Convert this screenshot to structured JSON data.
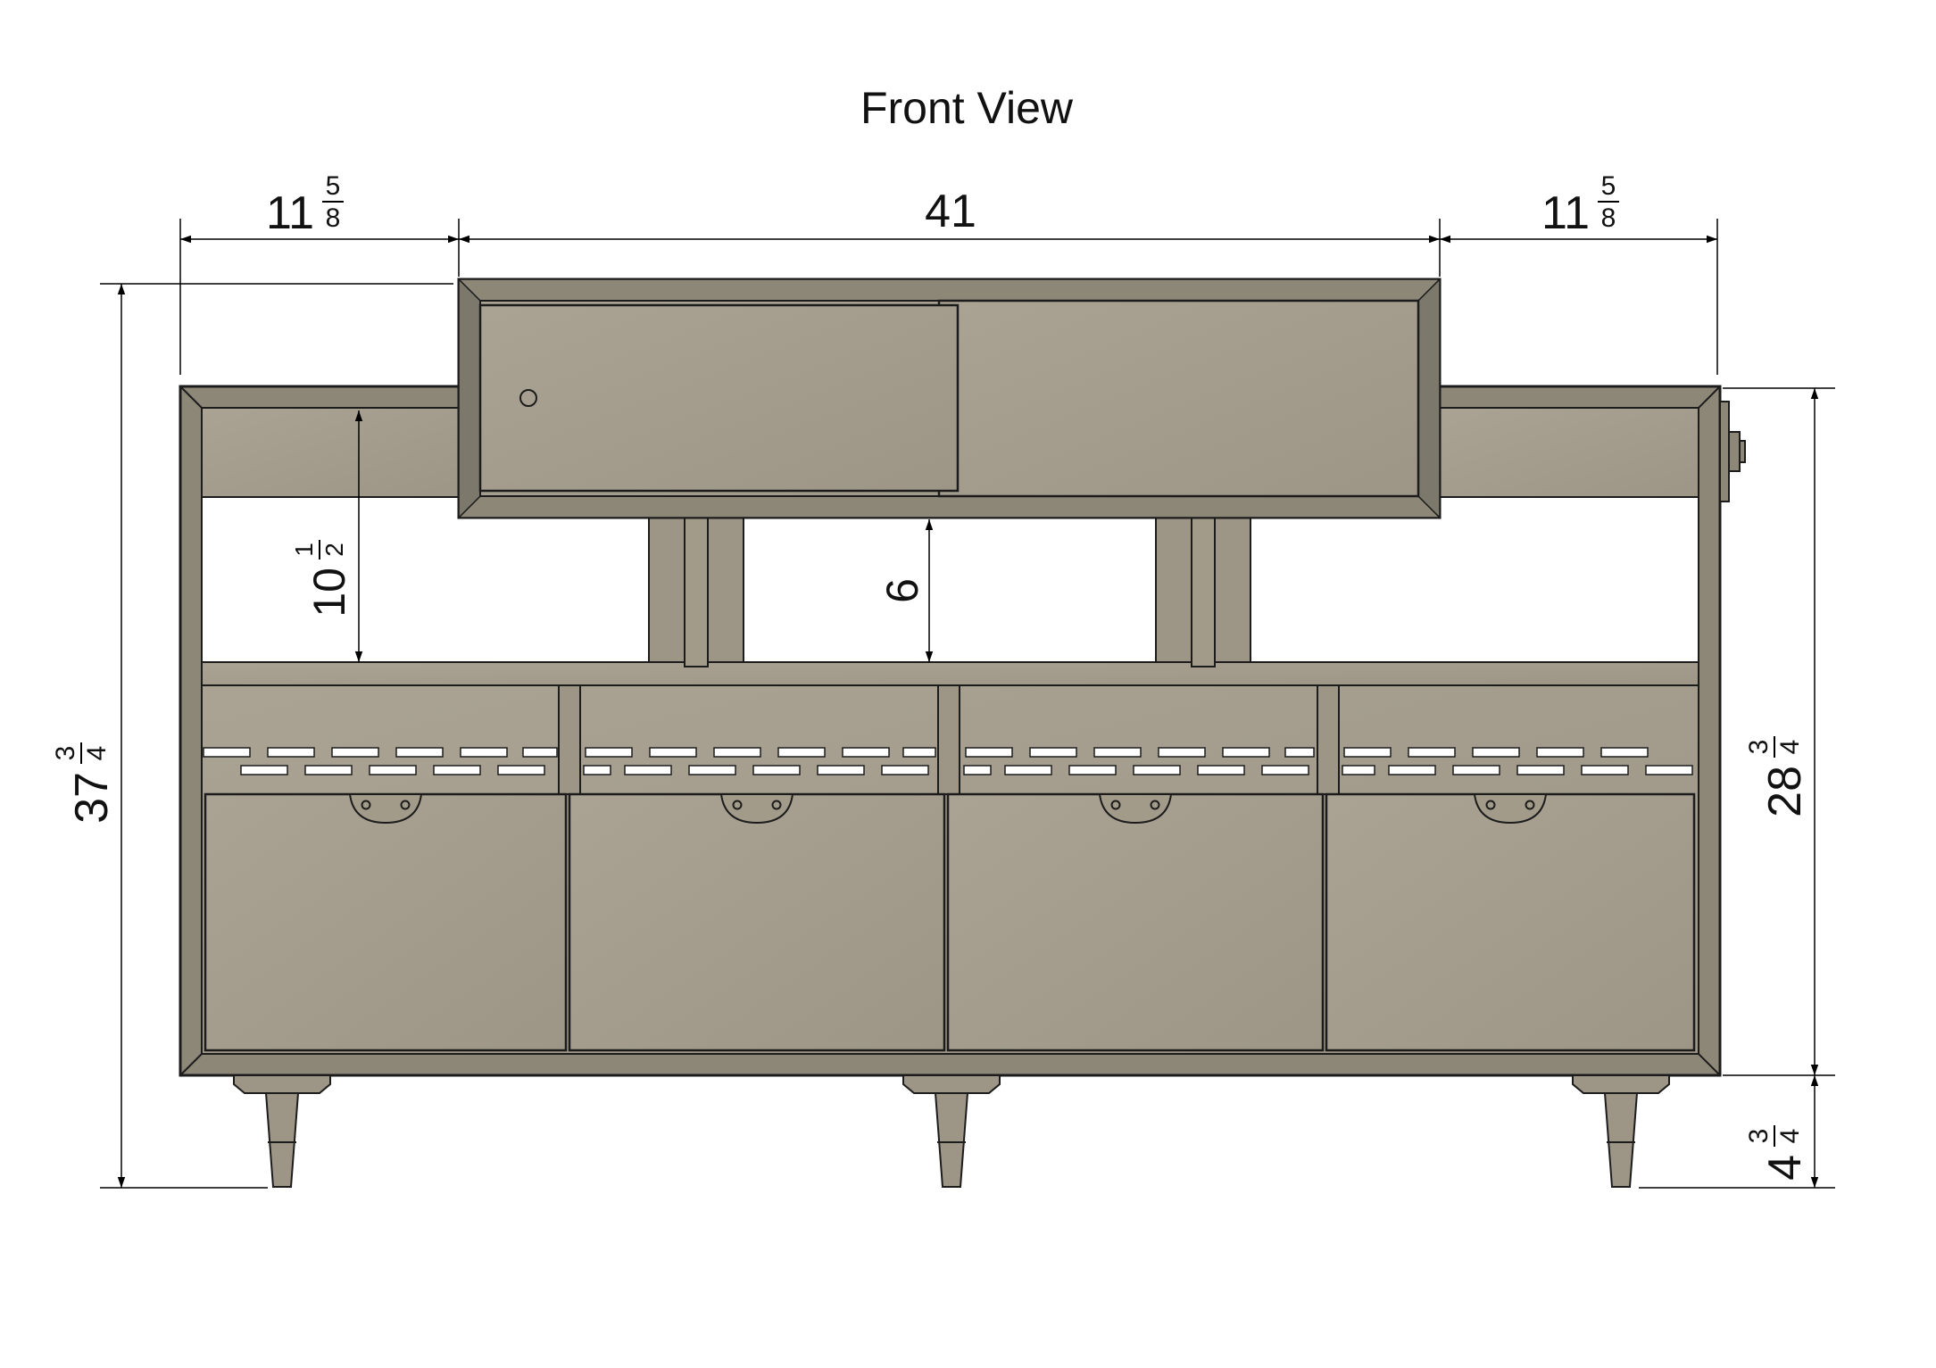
{
  "title": "Front View",
  "colors": {
    "body": "#a29b8a",
    "body_light": "#aaa393",
    "edge": "#1c1c1c",
    "shade": "#6f6a5f",
    "shade_light": "#8d8778",
    "line": "#000000"
  },
  "dimensions": {
    "left_width": {
      "whole": "11",
      "num": "5",
      "den": "8"
    },
    "center_width": {
      "whole": "41"
    },
    "right_width": {
      "whole": "11",
      "num": "5",
      "den": "8"
    },
    "total_height": {
      "whole": "37",
      "num": "3",
      "den": "4"
    },
    "shelf_height": {
      "whole": "10",
      "num": "1",
      "den": "2"
    },
    "riser_gap": {
      "whole": "6"
    },
    "body_height": {
      "whole": "28",
      "num": "3",
      "den": "4"
    },
    "leg_height": {
      "whole": "4",
      "num": "3",
      "den": "4"
    }
  }
}
